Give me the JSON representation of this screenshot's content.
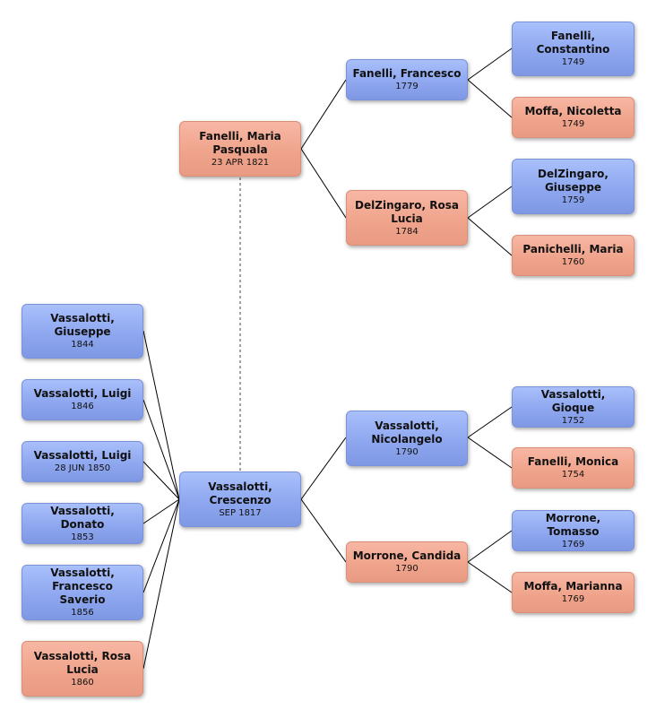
{
  "people": {
    "crescenzo": {
      "name": "Vassalotti, Crescenzo",
      "date": "SEP 1817"
    },
    "maria_pasquala": {
      "name": "Fanelli, Maria Pasquala",
      "date": "23 APR 1821"
    },
    "francesco_f": {
      "name": "Fanelli, Francesco",
      "date": "1779"
    },
    "rosa_lucia_d": {
      "name": "DelZingaro, Rosa Lucia",
      "date": "1784"
    },
    "constantino": {
      "name": "Fanelli, Constantino",
      "date": "1749"
    },
    "nicoletta": {
      "name": "Moffa, Nicoletta",
      "date": "1749"
    },
    "giuseppe_d": {
      "name": "DelZingaro, Giuseppe",
      "date": "1759"
    },
    "maria_p": {
      "name": "Panichelli, Maria",
      "date": "1760"
    },
    "nicolangelo": {
      "name": "Vassalotti, Nicolangelo",
      "date": "1790"
    },
    "candida": {
      "name": "Morrone, Candida",
      "date": "1790"
    },
    "gioque": {
      "name": "Vassalotti, Gioque",
      "date": "1752"
    },
    "monica": {
      "name": "Fanelli, Monica",
      "date": "1754"
    },
    "tomasso": {
      "name": "Morrone, Tomasso",
      "date": "1769"
    },
    "marianna": {
      "name": "Moffa, Marianna",
      "date": "1769"
    },
    "giuseppe_v": {
      "name": "Vassalotti, Giuseppe",
      "date": "1844"
    },
    "luigi_1846": {
      "name": "Vassalotti, Luigi",
      "date": "1846"
    },
    "luigi_1850": {
      "name": "Vassalotti, Luigi",
      "date": "28 JUN 1850"
    },
    "donato": {
      "name": "Vassalotti, Donato",
      "date": "1853"
    },
    "francesco_saverio": {
      "name": "Vassalotti, Francesco Saverio",
      "date": "1856"
    },
    "rosa_lucia_v": {
      "name": "Vassalotti, Rosa Lucia",
      "date": "1860"
    }
  },
  "colors": {
    "male": "#8ea7ef",
    "female": "#f0a48c"
  }
}
